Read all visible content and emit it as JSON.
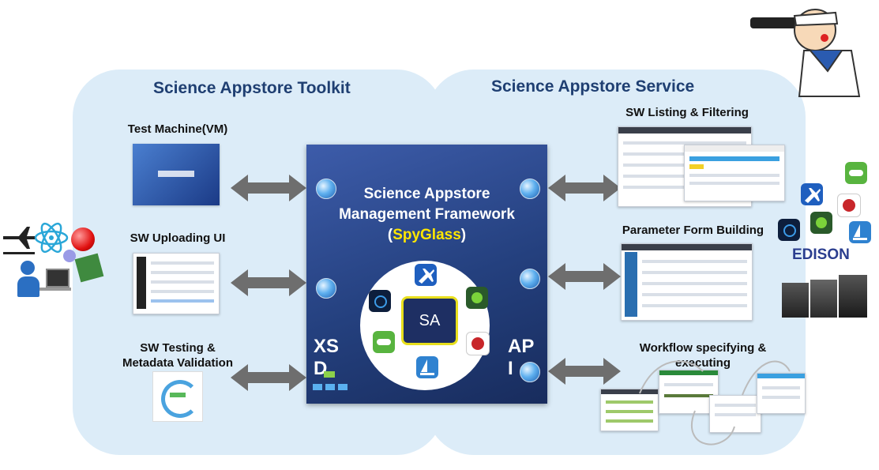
{
  "left_panel": {
    "title": "Science Appstore Toolkit"
  },
  "right_panel": {
    "title": "Science Appstore Service"
  },
  "left_items": {
    "test_machine": "Test Machine(VM)",
    "sw_uploading": "SW Uploading UI",
    "sw_testing_line1": "SW Testing &",
    "sw_testing_line2": "Metadata Validation"
  },
  "right_items": {
    "sw_listing": "SW Listing & Filtering",
    "parameter_form": "Parameter Form Building",
    "workflow_line1": "Workflow specifying &",
    "workflow_line2": "executing"
  },
  "framework": {
    "title_line1": "Science Appstore",
    "title_line2": "Management Framework",
    "open_paren": "(",
    "spyglass": "SpyGlass",
    "close_paren": ")",
    "sa_label": "SA",
    "xsd_line1": "XS",
    "xsd_line2": "D",
    "api_line1": "AP",
    "api_line2": "I"
  },
  "edison_label": "EDISON",
  "colors": {
    "panel_bg": "#dcecf8",
    "framework_bg": "#24407e",
    "title_blue": "#1f3f72",
    "spyglass_yellow": "#ffe600",
    "arrow_gray": "#6e6e6e"
  }
}
